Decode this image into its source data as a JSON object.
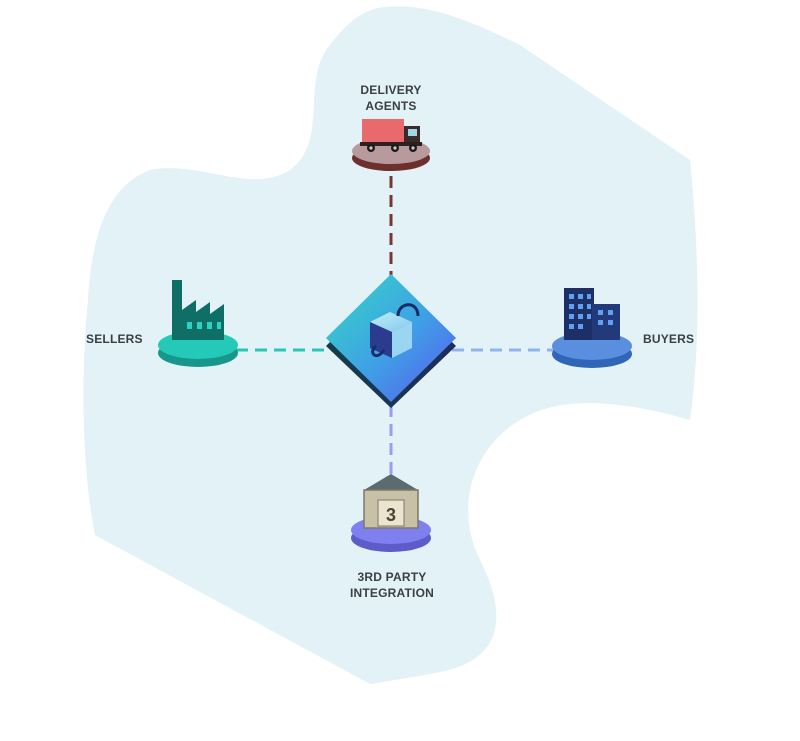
{
  "nodes": {
    "delivery": {
      "line1": "DELIVERY",
      "line2": "AGENTS",
      "icon": "truck-icon"
    },
    "sellers": {
      "label": "SELLERS",
      "icon": "factory-icon"
    },
    "buyers": {
      "label": "BUYERS",
      "icon": "office-building-icon"
    },
    "third_party": {
      "line1": "3RD PARTY",
      "line2": "INTEGRATION",
      "icon": "warehouse-3pl-icon",
      "badge": "3"
    },
    "hub": {
      "icon": "connected-cube-icon"
    }
  },
  "colors": {
    "blob": "#e3f2f6",
    "delivery_link": "#7a3535",
    "sellers_link": "#29c6b8",
    "buyers_link": "#8fb4ee",
    "third_party_link": "#9a9ef2",
    "sellers_platform": "#25c9b7",
    "buyers_platform": "#5a8fe0",
    "third_party_platform": "#7f7ff0",
    "delivery_platform": "#b89a9c"
  }
}
